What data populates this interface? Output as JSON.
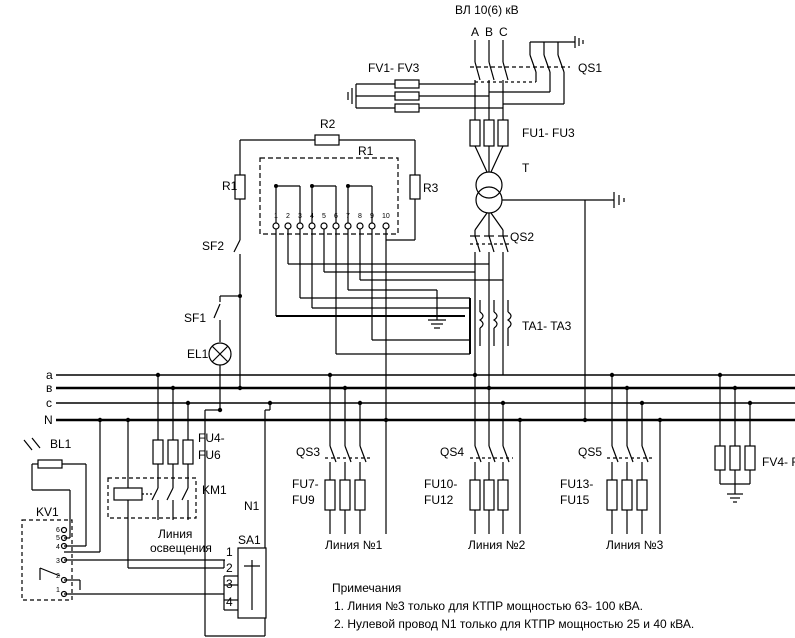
{
  "supply": {
    "title": "ВЛ 10(6) кВ",
    "phases": [
      "A",
      "B",
      "C"
    ]
  },
  "labels": {
    "fv1": "FV1- FV3",
    "qs1": "QS1",
    "fu1": "FU1- FU3",
    "t": "T",
    "r2": "R2",
    "r1_res": "R1",
    "r1_unit": "R1",
    "r3": "R3",
    "qs2": "QS2",
    "sf2": "SF2",
    "sf1": "SF1",
    "ta": "TA1- TA3",
    "el1": "EL1",
    "bl1": "BL1",
    "fu4": "FU4-",
    "fu6": "FU6",
    "km1": "KM1",
    "n1": "N1",
    "sa1": "SA1",
    "kv1": "KV1",
    "qs3": "QS3",
    "fu7": "FU7-",
    "fu9": "FU9",
    "qs4": "QS4",
    "fu10": "FU10-",
    "fu12": "FU12",
    "qs5": "QS5",
    "fu13": "FU13-",
    "fu15": "FU15",
    "fv4": "FV4- F"
  },
  "buses": [
    "a",
    "в",
    "c",
    "N"
  ],
  "r1_terminals": [
    "1",
    "2",
    "3",
    "4",
    "5",
    "6",
    "7",
    "8",
    "9",
    "10"
  ],
  "kv1_terminals": [
    "6",
    "5",
    "4",
    "3",
    "2",
    "1"
  ],
  "sa1_terminals": [
    "1",
    "2",
    "3",
    "4"
  ],
  "lighting_label": [
    "Линия",
    "освещения"
  ],
  "lines": [
    "Линия №1",
    "Линия №2",
    "Линия №3"
  ],
  "notes": {
    "title": "Примечания",
    "items": [
      "1. Линия №3 только для КТПР мощностью 63- 100 кВА.",
      "2. Нулевой провод N1 только для КТПР мощностью 25 и 40 кВА."
    ]
  }
}
